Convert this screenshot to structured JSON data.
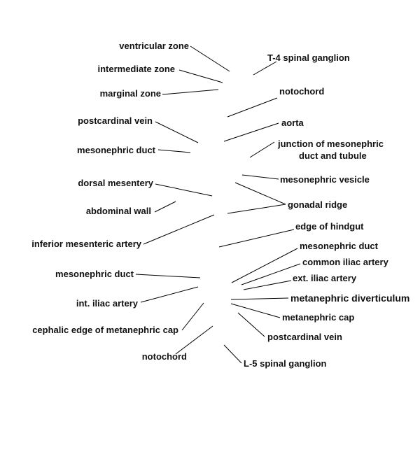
{
  "labels": {
    "ventricular_zone": "ventricular zone",
    "intermediate_zone": "intermediate zone",
    "marginal_zone": "marginal zone",
    "t4_spinal_ganglion": "T-4 spinal ganglion",
    "notochord_top": "notochord",
    "postcardinal_vein_left": "postcardinal vein",
    "aorta": "aorta",
    "junction_line1": "junction of mesonephric",
    "junction_line2": "duct and tubule",
    "mesonephric_duct_upper": "mesonephric duct",
    "dorsal_mesentery": "dorsal mesentery",
    "mesonephric_vesicle": "mesonephric vesicle",
    "abdominal_wall": "abdominal wall",
    "gonadal_ridge": "gonadal ridge",
    "edge_of_hindgut": "edge of hindgut",
    "inferior_mesenteric_artery": "inferior mesenteric artery",
    "mesonephric_duct_right": "mesonephric duct",
    "common_iliac_artery": "common iliac artery",
    "mesonephric_duct_left_lower": "mesonephric duct",
    "ext_iliac_artery": "ext. iliac artery",
    "int_iliac_artery": "int. iliac artery",
    "metanephric_diverticulum": "metanephric diverticulum",
    "metanephric_cap": "metanephric cap",
    "cephalic_edge_metanephric_cap": "cephalic edge of metanephric cap",
    "postcardinal_vein_right": "postcardinal vein",
    "notochord_bottom": "notochord",
    "l5_spinal_ganglion": "L-5 spinal ganglion"
  },
  "colors": {
    "text": "#111111",
    "leader": "#000000",
    "background": "#ffffff"
  }
}
